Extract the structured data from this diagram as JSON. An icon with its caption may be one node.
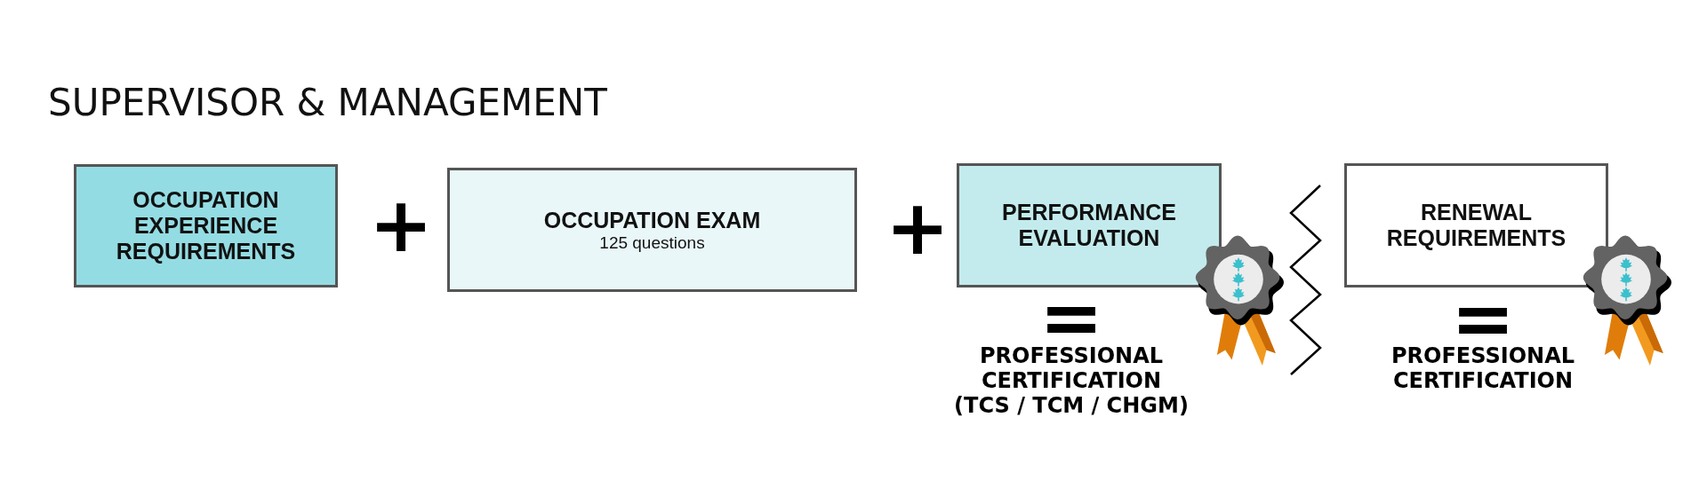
{
  "diagram": {
    "title": "SUPERVISOR & MANAGEMENT",
    "nodes": [
      {
        "text": [
          "OCCUPATION EXPERIENCE REQUIREMENTS"
        ]
      },
      {
        "text": [
          "OCCUPATION EXAM",
          "125 questions"
        ]
      },
      {
        "text": [
          "PERFORMANCE EVALUATION"
        ]
      },
      {
        "text": [
          "RENEWAL REQUIREMENTS"
        ]
      }
    ],
    "labels": [
      "+",
      "+",
      "=",
      "PROFESSIONAL CERTIFICATION (TCS / TCM / CHGM)",
      "=",
      "PROFESSIONAL CERTIFICATION"
    ]
  }
}
